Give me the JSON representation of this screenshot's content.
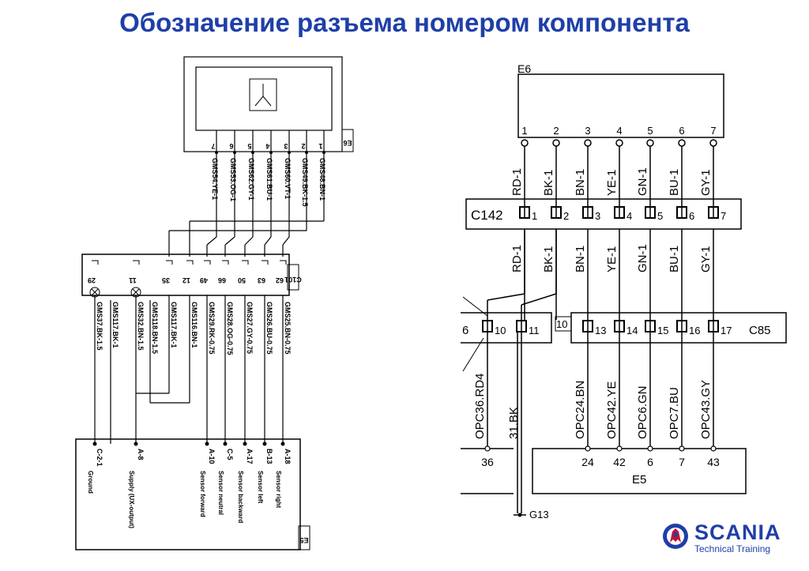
{
  "title": "Обозначение разъема номером компонента",
  "left": {
    "e6_tag": "E6",
    "e6_pins": [
      "1",
      "2",
      "3",
      "4",
      "5",
      "6",
      "7"
    ],
    "e6_wires": [
      "GMS48.BN-1",
      "GMS49.BK-1.5",
      "GMS60.VT-1",
      "GMS61.BU-1",
      "GMS62.GY-1",
      "GMS53.OG-1",
      "GMS54.YE-1"
    ],
    "c101_tag": "C101",
    "c101_pins": [
      "62",
      "63",
      "50",
      "66",
      "49",
      "12",
      "35",
      "11",
      "29"
    ],
    "lower_wires": [
      "GMS25.BN-0.75",
      "GMS26.BU-0.75",
      "GMS27.GY-0.75",
      "GMS28.OG-0.75",
      "GMS29.RK-0.75",
      "GMS116.BN-1",
      "GMS117.BK-1",
      "GMS118.BN-1.5",
      "GMS32.BN-1.5",
      "GMS117.BK-1",
      "GMS37.BK-1.5"
    ],
    "e5_tag": "E5",
    "e5_pins": [
      "A-18",
      "B-13",
      "A-17",
      "C-5",
      "A-10",
      "A-8",
      "C-2-1"
    ],
    "e5_labels": [
      "Sensor right",
      "Sensor left",
      "Sensor backward",
      "Sensor neutral",
      "Sensor forward",
      "Supply (UX-output)",
      "Ground"
    ]
  },
  "right": {
    "e6_label": "E6",
    "e6_pins": [
      "1",
      "2",
      "3",
      "4",
      "5",
      "6",
      "7"
    ],
    "upper_wires": [
      "RD-1",
      "BK-1",
      "BN-1",
      "YE-1",
      "GN-1",
      "BU-1",
      "GY-1"
    ],
    "c142_label": "C142",
    "c142_pins": [
      "1",
      "2",
      "3",
      "4",
      "5",
      "6",
      "7"
    ],
    "middle_wires": [
      "RD-1",
      "BK-1",
      "BN-1",
      "YE-1",
      "GN-1",
      "BU-1",
      "GY-1"
    ],
    "left_conn_pins": [
      "6",
      "10",
      "11"
    ],
    "c85_label": "C85",
    "c85_prefix": "10",
    "c85_pins": [
      "13",
      "14",
      "15",
      "16",
      "17"
    ],
    "lower_wires": [
      "OPC36.RD4",
      "31.BK",
      "OPC24.BN",
      "OPC42.YE",
      "OPC6.GN",
      "OPC7.BU",
      "OPC43.GY"
    ],
    "e5_label": "E5",
    "e5_pins": [
      "36",
      "24",
      "42",
      "6",
      "7",
      "43"
    ],
    "ground_label": "G13"
  },
  "logo": {
    "word": "SCANIA",
    "subtitle": "Technical Training",
    "color": "#1f3fa8"
  }
}
